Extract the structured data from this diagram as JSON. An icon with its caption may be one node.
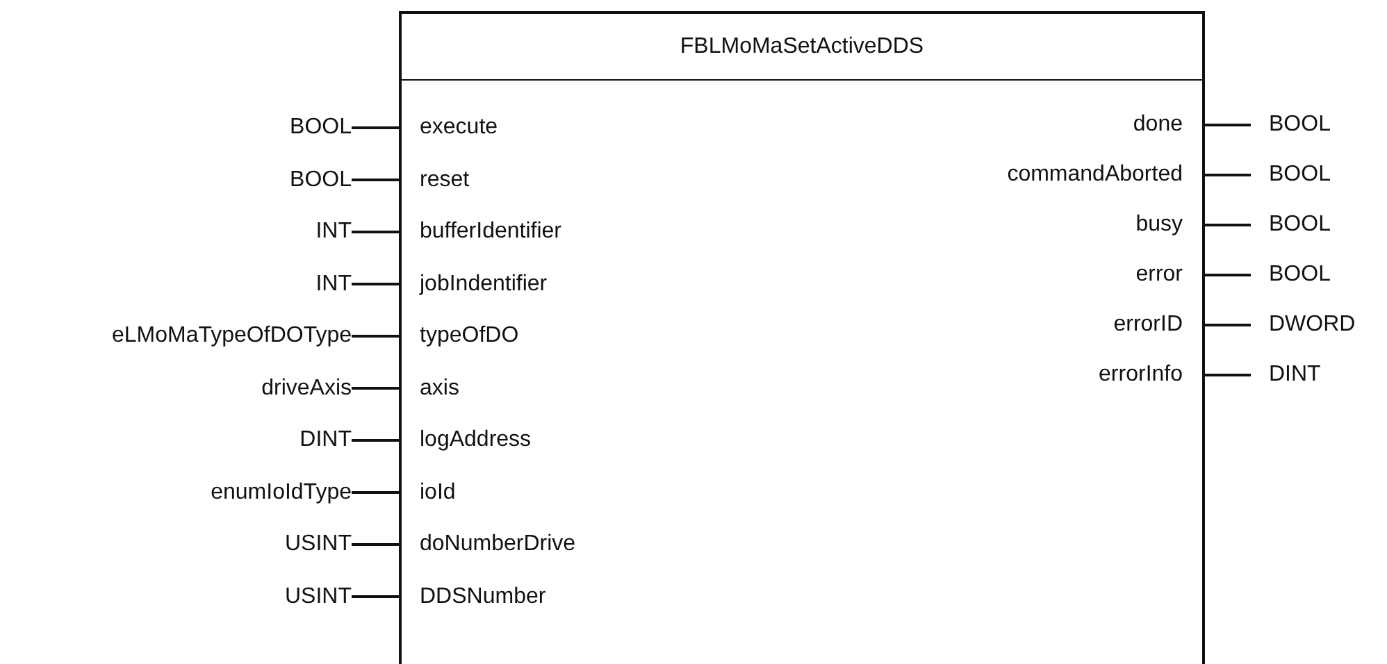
{
  "diagram": {
    "nodes": [
      {
        "text": [
          "FBLMoMaSetActiveDDS"
        ]
      },
      {
        "text": [
          "BOOL"
        ]
      },
      {
        "text": [
          "BOOL"
        ]
      },
      {
        "text": [
          "INT"
        ]
      },
      {
        "text": [
          "INT"
        ]
      },
      {
        "text": [
          "eLMoMaTypeOfDOType"
        ]
      },
      {
        "text": [
          "driveAxis"
        ]
      },
      {
        "text": [
          "DINT"
        ]
      },
      {
        "text": [
          "enumIoIdType"
        ]
      },
      {
        "text": [
          "USINT"
        ]
      },
      {
        "text": [
          "USINT"
        ]
      },
      {
        "text": [
          "execute"
        ],
        "in": 0
      },
      {
        "text": [
          "reset"
        ],
        "in": 0
      },
      {
        "text": [
          "bufferIdentifier"
        ],
        "in": 0
      },
      {
        "text": [
          "jobIndentifier"
        ],
        "in": 0
      },
      {
        "text": [
          "typeOfDO"
        ],
        "in": 0
      },
      {
        "text": [
          "axis"
        ],
        "in": 0
      },
      {
        "text": [
          "logAddress"
        ],
        "in": 0
      },
      {
        "text": [
          "ioId"
        ],
        "in": 0
      },
      {
        "text": [
          "doNumberDrive"
        ],
        "in": 0
      },
      {
        "text": [
          "DDSNumber"
        ],
        "in": 0
      },
      {
        "text": [
          "done"
        ],
        "in": 0
      },
      {
        "text": [
          "commandAborted"
        ],
        "in": 0
      },
      {
        "text": [
          "busy"
        ],
        "in": 0
      },
      {
        "text": [
          "error"
        ],
        "in": 0
      },
      {
        "text": [
          "errorID"
        ],
        "in": 0
      },
      {
        "text": [
          "errorInfo"
        ],
        "in": 0
      },
      {
        "text": [
          "BOOL"
        ]
      },
      {
        "text": [
          "BOOL"
        ]
      },
      {
        "text": [
          "BOOL"
        ]
      },
      {
        "text": [
          "BOOL"
        ]
      },
      {
        "text": [
          "DWORD"
        ]
      },
      {
        "text": [
          "DINT"
        ]
      }
    ],
    "edges": [
      {
        "from": 1,
        "to": 11,
        "arrow": "none"
      },
      {
        "from": 2,
        "to": 12,
        "arrow": "none"
      },
      {
        "from": 3,
        "to": 13,
        "arrow": "none"
      },
      {
        "from": 4,
        "to": 14,
        "arrow": "none"
      },
      {
        "from": 5,
        "to": 15,
        "arrow": "none"
      },
      {
        "from": 6,
        "to": 16,
        "arrow": "none"
      },
      {
        "from": 7,
        "to": 17,
        "arrow": "none"
      },
      {
        "from": 8,
        "to": 18,
        "arrow": "none"
      },
      {
        "from": 9,
        "to": 19,
        "arrow": "none"
      },
      {
        "from": 10,
        "to": 20,
        "arrow": "none"
      },
      {
        "from": 21,
        "to": 27,
        "arrow": "none"
      },
      {
        "from": 22,
        "to": 28,
        "arrow": "none"
      },
      {
        "from": 23,
        "to": 29,
        "arrow": "none"
      },
      {
        "from": 24,
        "to": 30,
        "arrow": "none"
      },
      {
        "from": 25,
        "to": 31,
        "arrow": "none"
      },
      {
        "from": 26,
        "to": 32,
        "arrow": "none"
      }
    ]
  }
}
